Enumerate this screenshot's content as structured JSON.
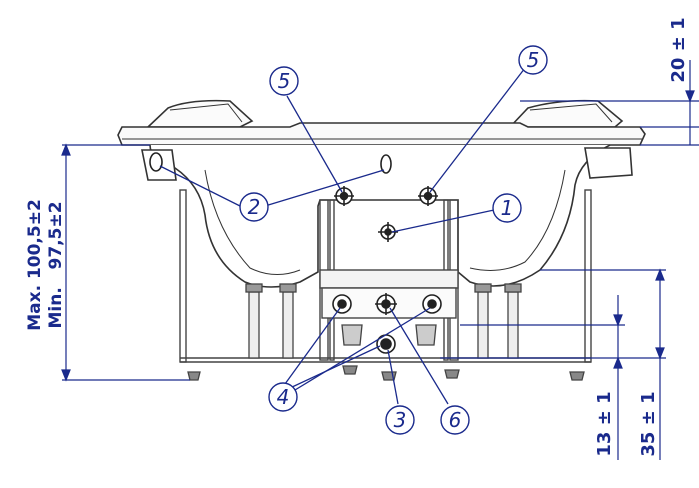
{
  "dimensions": {
    "top_right": "20 ± 1",
    "height_max": "Max. 100,5±2",
    "height_min": "Min.   97,5±2",
    "bottom_13": "13 ± 1",
    "bottom_35": "35 ± 1"
  },
  "callouts": {
    "c1": "1",
    "c2": "2",
    "c3": "3",
    "c4": "4",
    "c5a": "5",
    "c5b": "5",
    "c6": "6"
  },
  "colors": {
    "drawing_line": "#333333",
    "dimension_line": "#1a2a8c",
    "background": "#ffffff"
  }
}
